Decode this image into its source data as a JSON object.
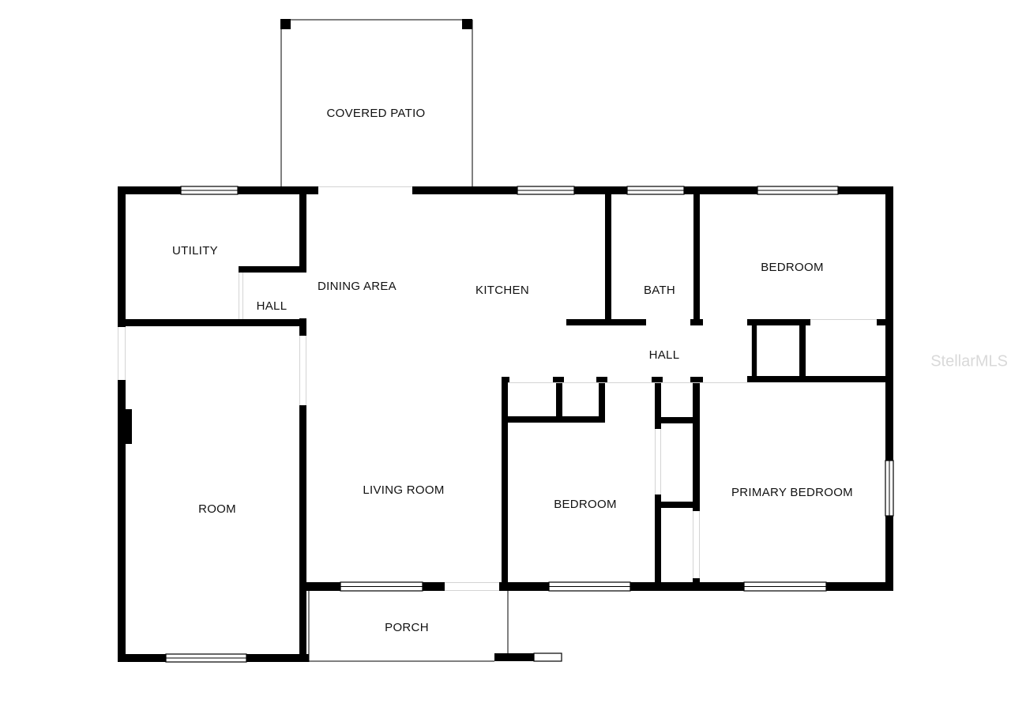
{
  "rooms": {
    "covered_patio": "COVERED PATIO",
    "utility": "UTILITY",
    "hall_small": "HALL",
    "dining_area": "DINING AREA",
    "kitchen": "KITCHEN",
    "bath": "BATH",
    "bedroom_top_right": "BEDROOM",
    "hall_center": "HALL",
    "room": "ROOM",
    "living_room": "LIVING ROOM",
    "bedroom_middle": "BEDROOM",
    "primary_bedroom": "PRIMARY BEDROOM",
    "porch": "PORCH"
  },
  "watermark": "StellarMLS",
  "colors": {
    "wall": "#000000",
    "background": "#ffffff",
    "watermark": "#d9d9d9"
  }
}
